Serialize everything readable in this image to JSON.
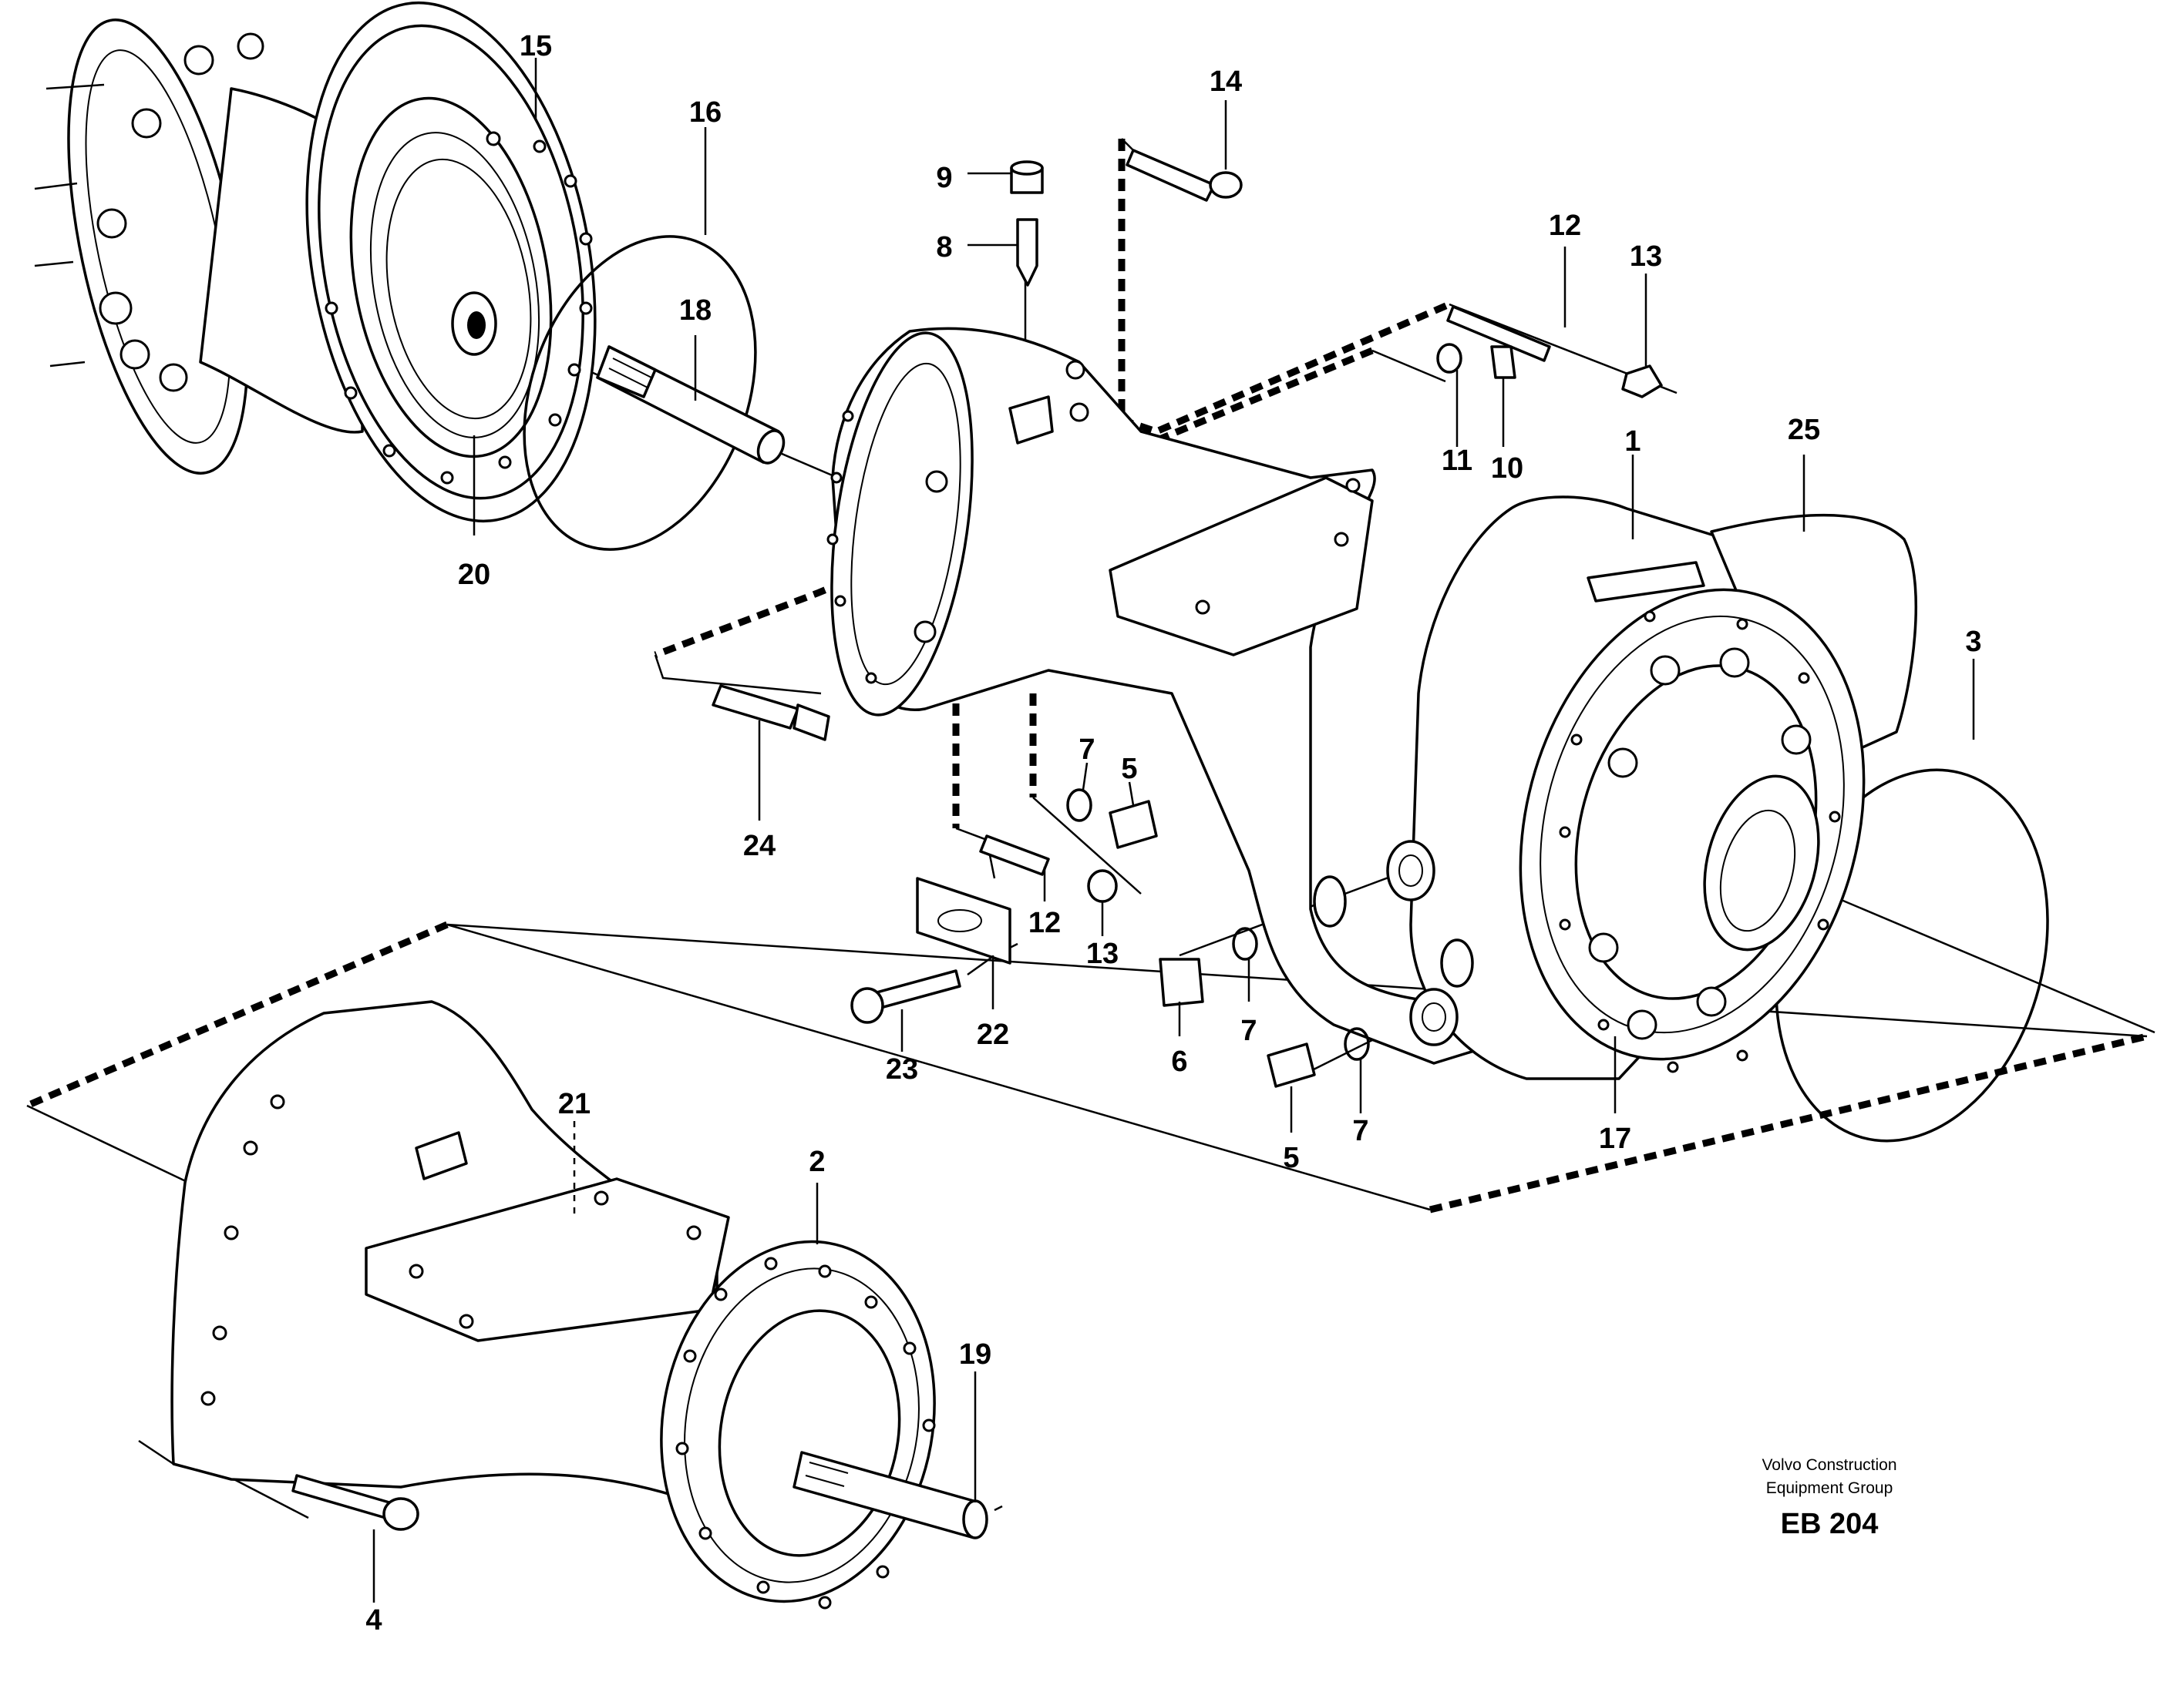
{
  "labels": {
    "p1": "1",
    "p2": "2",
    "p3": "3",
    "p4": "4",
    "p5a": "5",
    "p5b": "5",
    "p6": "6",
    "p7a": "7",
    "p7b": "7",
    "p7c": "7",
    "p8": "8",
    "p9": "9",
    "p10": "10",
    "p11": "11",
    "p12a": "12",
    "p12b": "12",
    "p13a": "13",
    "p13b": "13",
    "p14": "14",
    "p15": "15",
    "p16": "16",
    "p17": "17",
    "p18": "18",
    "p19": "19",
    "p20": "20",
    "p21": "21",
    "p22": "22",
    "p23": "23",
    "p24": "24",
    "p25": "25"
  },
  "credit": {
    "line1": "Volvo Construction",
    "line2": "Equipment Group",
    "code": "EB 204"
  }
}
